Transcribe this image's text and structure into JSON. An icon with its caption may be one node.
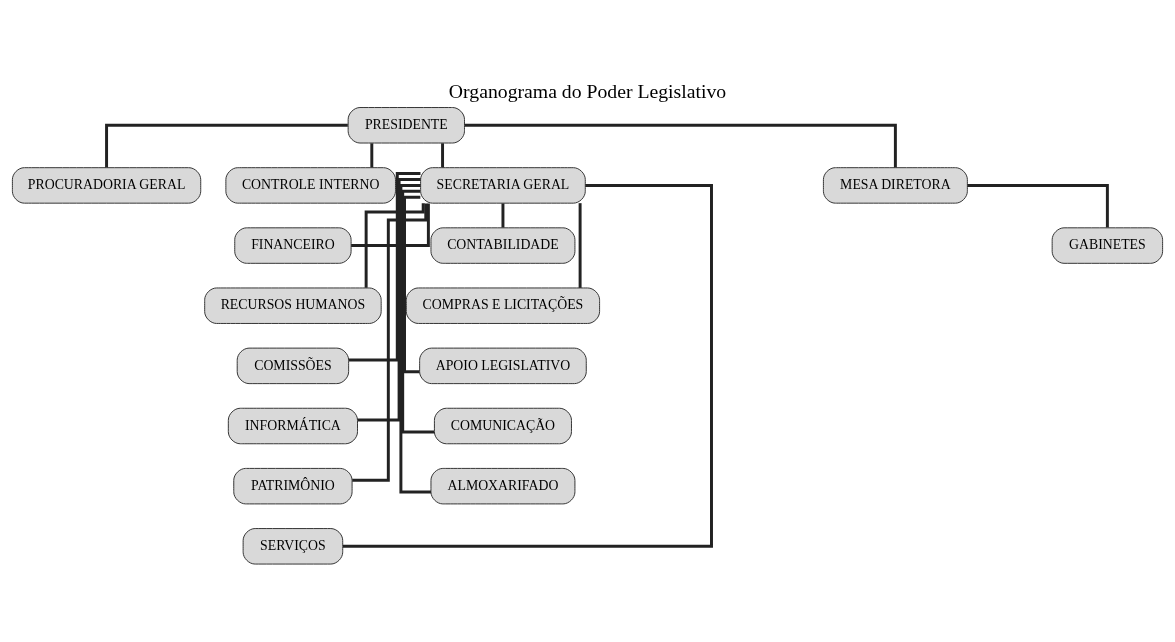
{
  "diagram": {
    "title": "Organograma do Poder Legislativo",
    "nodes": [
      {
        "text": [
          "PRESIDENTE"
        ]
      },
      {
        "text": [
          "PROCURADORIA GERAL"
        ]
      },
      {
        "text": [
          "CONTROLE INTERNO"
        ]
      },
      {
        "text": [
          "SECRETARIA GERAL"
        ]
      },
      {
        "text": [
          "MESA DIRETORA"
        ]
      },
      {
        "text": [
          "FINANCEIRO"
        ]
      },
      {
        "text": [
          "CONTABILIDADE"
        ]
      },
      {
        "text": [
          "RECURSOS HUMANOS"
        ]
      },
      {
        "text": [
          "COMPRAS E LICITAÇÕES"
        ]
      },
      {
        "text": [
          "COMISSÕES"
        ]
      },
      {
        "text": [
          "APOIO LEGISLATIVO"
        ]
      },
      {
        "text": [
          "INFORMÁTICA"
        ]
      },
      {
        "text": [
          "COMUNICAÇÃO"
        ]
      },
      {
        "text": [
          "PATRIMÔNIO"
        ]
      },
      {
        "text": [
          "ALMOXARIFADO"
        ]
      },
      {
        "text": [
          "SERVIÇOS"
        ]
      },
      {
        "text": [
          "GABINETES"
        ]
      }
    ],
    "edges": [
      {
        "from": 0,
        "to": 1,
        "arrow": "none"
      },
      {
        "from": 0,
        "to": 2,
        "arrow": "none"
      },
      {
        "from": 0,
        "to": 3,
        "arrow": "none"
      },
      {
        "from": 0,
        "to": 4,
        "arrow": "none"
      },
      {
        "from": 3,
        "to": 5,
        "arrow": "none"
      },
      {
        "from": 3,
        "to": 6,
        "arrow": "none"
      },
      {
        "from": 3,
        "to": 7,
        "arrow": "none"
      },
      {
        "from": 3,
        "to": 8,
        "arrow": "none"
      },
      {
        "from": 3,
        "to": 9,
        "arrow": "none"
      },
      {
        "from": 3,
        "to": 10,
        "arrow": "none"
      },
      {
        "from": 3,
        "to": 11,
        "arrow": "none"
      },
      {
        "from": 3,
        "to": 12,
        "arrow": "none"
      },
      {
        "from": 3,
        "to": 13,
        "arrow": "none"
      },
      {
        "from": 3,
        "to": 14,
        "arrow": "none"
      },
      {
        "from": 3,
        "to": 15,
        "arrow": "none"
      },
      {
        "from": 4,
        "to": 16,
        "arrow": "none"
      }
    ]
  }
}
